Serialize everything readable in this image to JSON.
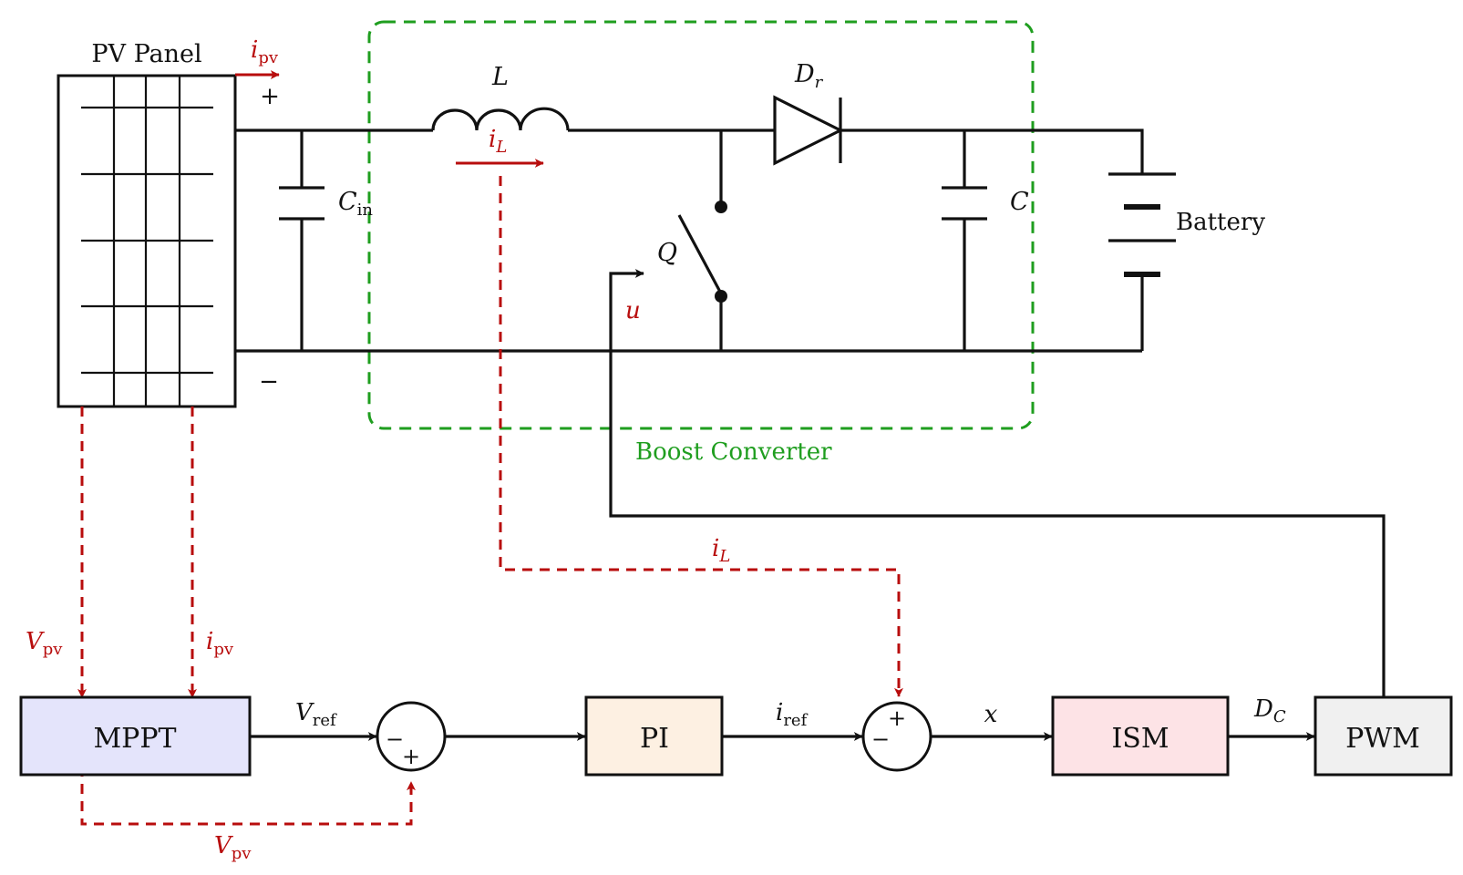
{
  "components": {
    "pv_panel": "PV Panel",
    "capacitor_in": {
      "main": "C",
      "sub": "in"
    },
    "inductor": "L",
    "diode": {
      "main": "D",
      "sub": "r"
    },
    "switch": "Q",
    "capacitor_out": "C",
    "battery": "Battery",
    "boost_converter": "Boost Converter",
    "plus_sign": "+",
    "minus_sign": "−"
  },
  "signals": {
    "i_pv": {
      "main": "i",
      "sub": "pv"
    },
    "i_L": {
      "main": "i",
      "sub": "L"
    },
    "u": "u",
    "v_pv": {
      "main": "V",
      "sub": "pv"
    },
    "v_ref": {
      "main": "V",
      "sub": "ref"
    },
    "i_ref": {
      "main": "i",
      "sub": "ref"
    },
    "x": "x",
    "d_c": {
      "main": "D",
      "sub": "C"
    }
  },
  "blocks": {
    "mppt": "MPPT",
    "pi": "PI",
    "ism": "ISM",
    "pwm": "PWM"
  },
  "summing_junctions": {
    "sum1": {
      "left": "−",
      "bottom": "+"
    },
    "sum2": {
      "left": "−",
      "top": "+"
    }
  },
  "colors": {
    "wire": "#111111",
    "feedback_signal": "#b80d0d",
    "boost_converter_boundary": "#1f9e1f",
    "mppt_fill": "#e4e4fb",
    "pi_fill": "#fdf0e2",
    "ism_fill": "#fde3e6",
    "pwm_fill": "#f0f0f0"
  }
}
